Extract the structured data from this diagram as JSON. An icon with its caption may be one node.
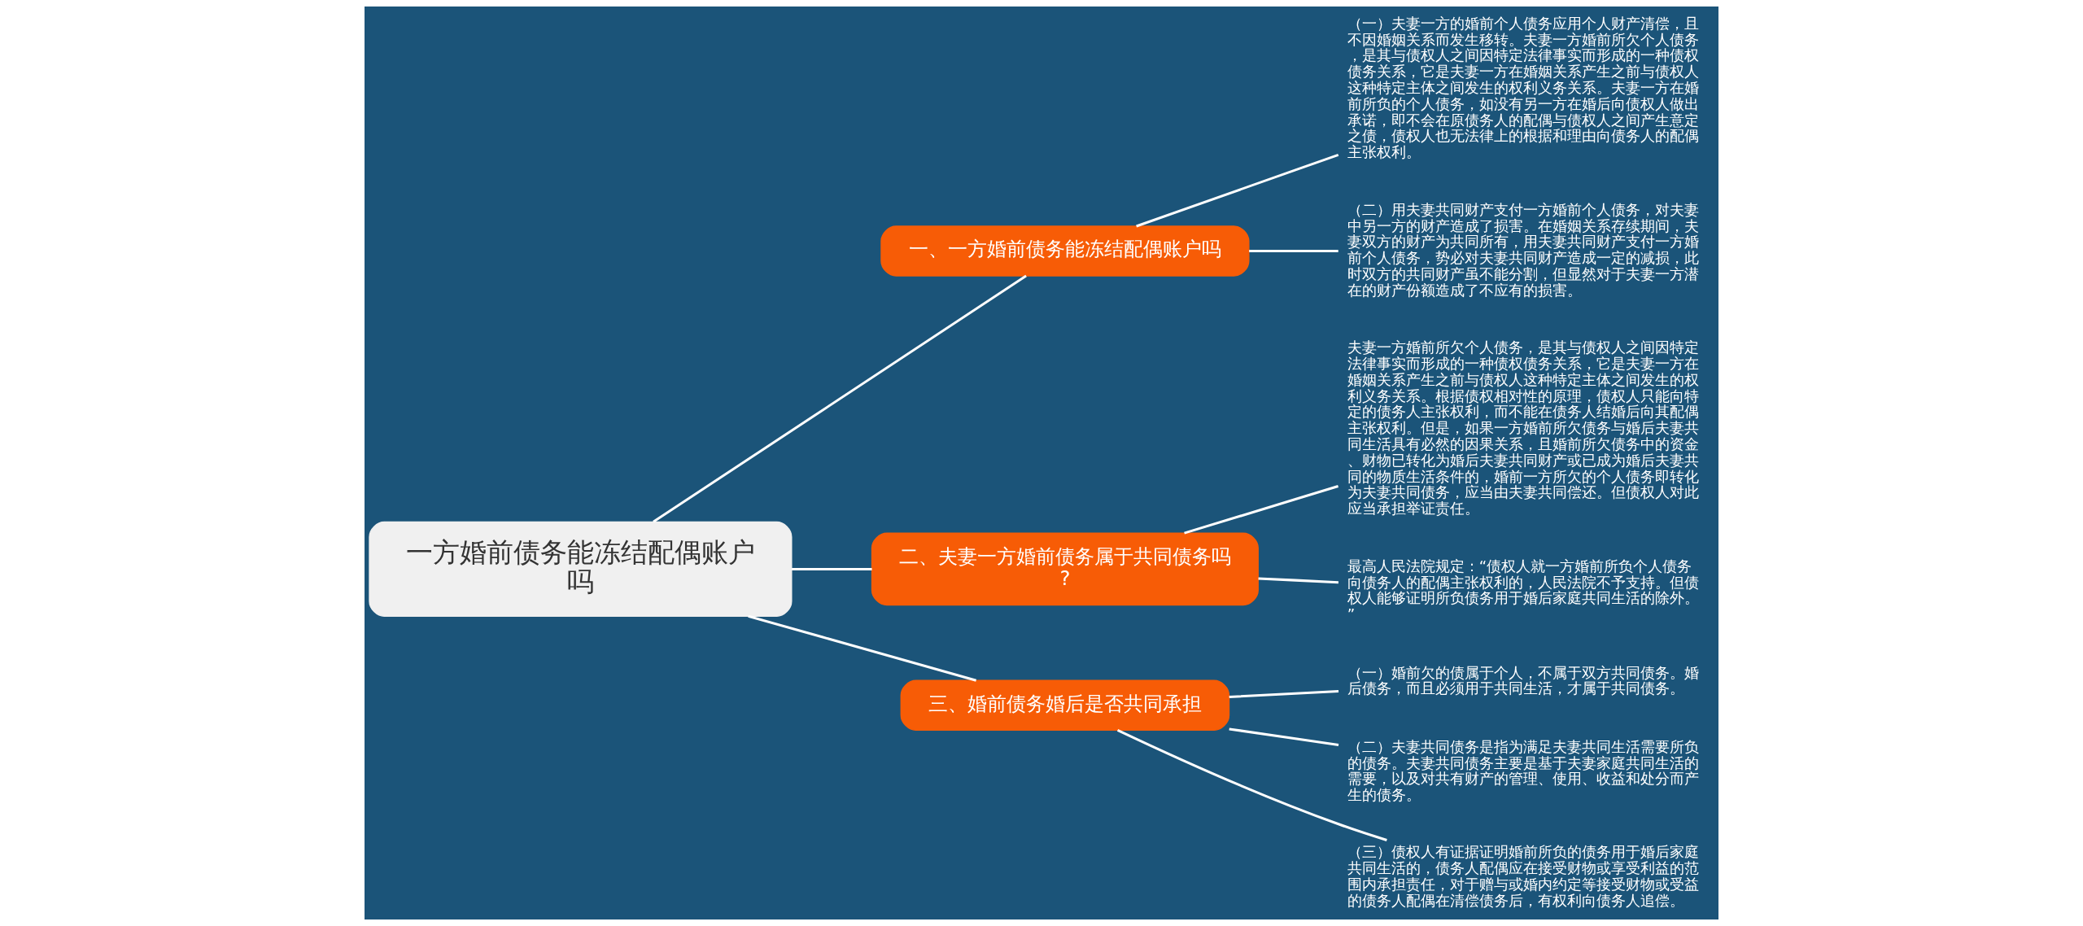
{
  "diagram": {
    "nodes": [
      {
        "text": [
          "一方婚前债务能冻结配偶账户吗"
        ]
      },
      {
        "text": [
          "一、一方婚前债务能冻结配偶账户吗"
        ]
      },
      {
        "text": [
          "（一）夫妻一方的婚前个人债务应用个人财产清偿，且不因婚姻关系而发生移转。夫妻一方婚前所欠个人债务，是其与债权人之间因特定法律事实而形成的一种债权债务关系，它是夫妻一方在婚姻关系产生之前与债权人这种特定主体之间发生的权利义务关系。夫妻一方在婚前所负的个人债务，如没有另一方在婚后向债权人做出承诺，即不会在原债务人的配偶与债权人之间产生意定之债，债权人也无法律上的根据和理由向债务人的配偶主张权利。"
        ]
      },
      {
        "text": [
          "（二）用夫妻共同财产支付一方婚前个人债务，对夫妻中另一方的财产造成了损害。在婚姻关系存续期间，夫妻双方的财产为共同所有，用夫妻共同财产支付一方婚前个人债务，势必对夫妻共同财产造成一定的减损，此时双方的共同财产虽不能分割，但显然对于夫妻一方潜在的财产份额造成了不应有的损害。"
        ]
      },
      {
        "text": [
          "二、夫妻一方婚前债务属于共同债务吗?"
        ]
      },
      {
        "text": [
          "夫妻一方婚前所欠个人债务，是其与债权人之间因特定法律事实而形成的一种债权债务关系，它是夫妻一方在婚姻关系产生之前与债权人这种特定主体之间发生的权利义务关系。根据债权相对性的原理，债权人只能向特定的债务人主张权利，而不能在债务人结婚后向其配偶主张权利。但是，如果一方婚前所欠债务与婚后夫妻共同生活具有必然的因果关系，且婚前所欠债务中的资金、财物已转化为婚后夫妻共同财产或已成为婚后夫妻共同的物质生活条件的，婚前一方所欠的个人债务即转化为夫妻共同债务，应当由夫妻共同偿还。但债权人对此应当承担举证责任。"
        ]
      },
      {
        "text": [
          "最高人民法院规定：“债权人就一方婚前所负个人债务向债务人的配偶主张权利的，人民法院不予支持。但债权人能够证明所负债务用于婚后家庭共同生活的除外。”"
        ]
      },
      {
        "text": [
          "三、婚前债务婚后是否共同承担"
        ]
      },
      {
        "text": [
          "（一）婚前欠的债属于个人，不属于双方共同债务。婚后债务，而且必须用于共同生活，才属于共同债务。"
        ]
      },
      {
        "text": [
          "（二）夫妻共同债务是指为满足夫妻共同生活需要所负的债务。夫妻共同债务主要是基于夫妻家庭共同生活的需要，以及对共有财产的管理、使用、收益和处分而产生的债务。"
        ]
      },
      {
        "text": [
          "（三）债权人有证据证明婚前所负的债务用于婚后家庭共同生活的，债务人配偶应在接受财物或享受利益的范围内承担责任，对于赠与或婚内约定等接受财物或受益的债务人配偶在清偿债务后，有权利向债务人追偿。"
        ]
      }
    ],
    "edges": [
      {
        "from": 0,
        "to": 1,
        "arrow": "none"
      },
      {
        "from": 1,
        "to": 2,
        "arrow": "none"
      },
      {
        "from": 1,
        "to": 3,
        "arrow": "none"
      },
      {
        "from": 0,
        "to": 4,
        "arrow": "none"
      },
      {
        "from": 4,
        "to": 5,
        "arrow": "none"
      },
      {
        "from": 4,
        "to": 6,
        "arrow": "none"
      },
      {
        "from": 0,
        "to": 7,
        "arrow": "none"
      },
      {
        "from": 7,
        "to": 8,
        "arrow": "none"
      },
      {
        "from": 7,
        "to": 9,
        "arrow": "none"
      },
      {
        "from": 7,
        "to": 10,
        "arrow": "none"
      }
    ]
  }
}
